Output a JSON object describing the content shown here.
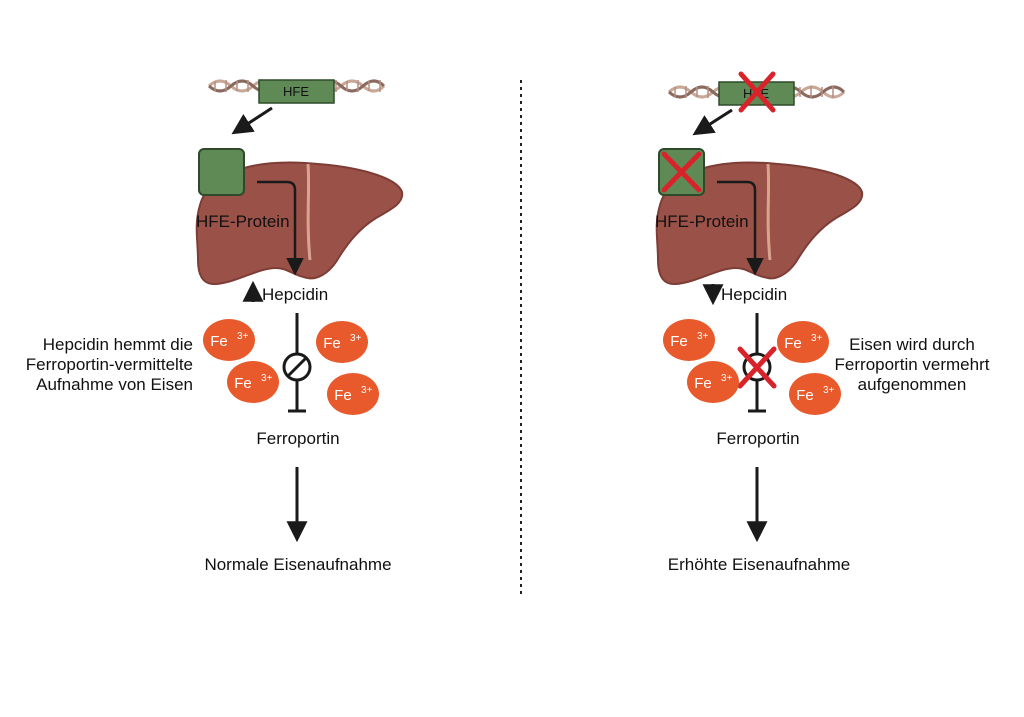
{
  "left": {
    "gene_label": "HFE",
    "protein_label": "HFE-Protein",
    "hepcidin_label": "Hepcidin",
    "note_lines": [
      "Hepcidin hemmt die",
      "Ferroportin-vermittelte",
      "Aufnahme von Eisen"
    ],
    "transporter_label": "Ferroportin",
    "outcome_label": "Normale Eisenaufnahme",
    "hepcidin_trend": "up"
  },
  "right": {
    "gene_label": "HFE",
    "protein_label": "HFE-Protein",
    "hepcidin_label": "Hepcidin",
    "note_lines": [
      "Eisen wird durch",
      "Ferroportin vermehrt",
      "aufgenommen"
    ],
    "transporter_label": "Ferroportin",
    "outcome_label": "Erhöhte Eisenaufnahme",
    "hepcidin_trend": "down"
  },
  "iron": {
    "symbol": "Fe",
    "charge": "3+"
  },
  "colors": {
    "liver": "#9a5148",
    "liver_shadow": "#7d3d36",
    "protein_box": "#5f8a55",
    "gene_box": "#5f8a55",
    "iron": "#e8592b",
    "cross": "#d9232b",
    "dna_strand_a": "#c9a898",
    "dna_strand_b": "#8a6a5e",
    "arrow": "#1a1a1a"
  }
}
